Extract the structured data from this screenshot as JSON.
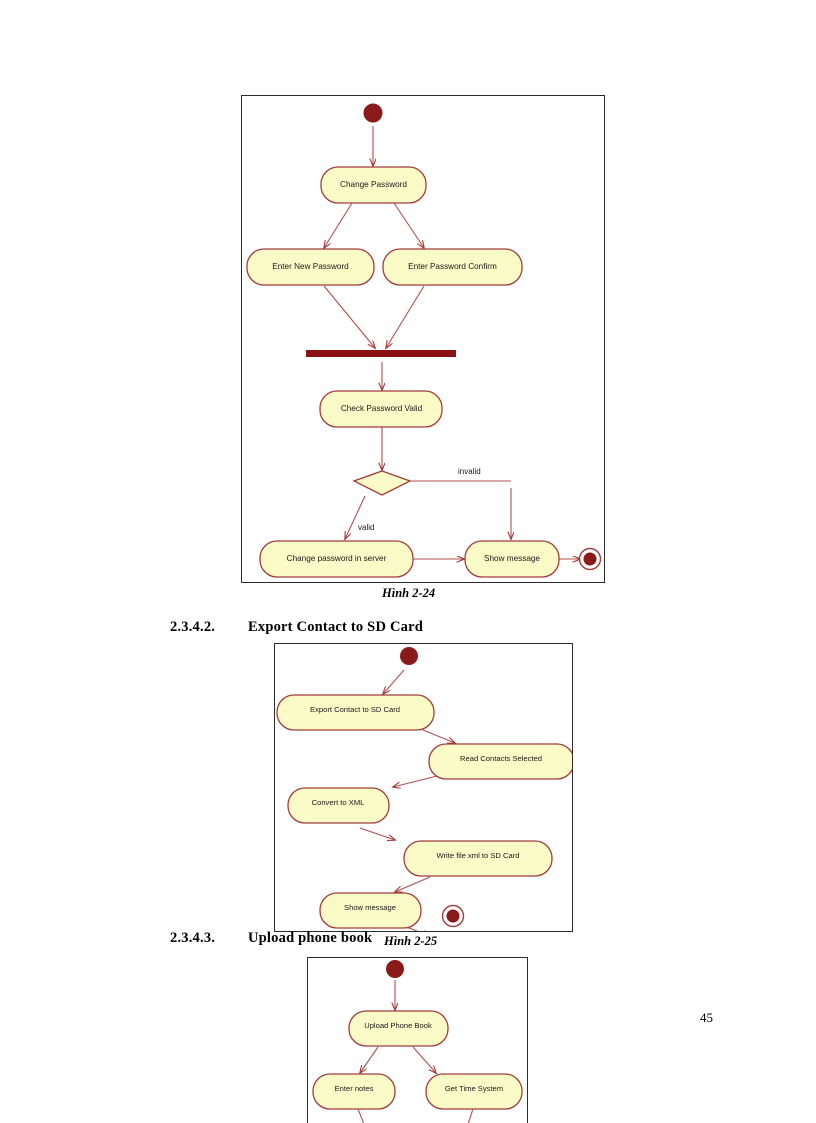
{
  "document": {
    "page_number": "45",
    "colors": {
      "node_fill": "#FBFBC8",
      "node_stroke": "#A33B3B",
      "edge": "#B05050",
      "initial_node": "#8B1A1A",
      "fork_bar": "#8B1212",
      "frame_border": "#2B2B2B",
      "text": "#1A1A1A"
    }
  },
  "sections": [
    {
      "number": "2.3.4.2.",
      "title": "Export  Contact to SD  Card"
    },
    {
      "number": "2.3.4.3.",
      "title": "Upload phone book"
    }
  ],
  "captions": {
    "figure_24": "Hình 2-24",
    "figure_25": "Hình 2-25"
  },
  "diagrams": [
    {
      "id": "change-password",
      "caption": "Hình 2-24",
      "nodes": [
        {
          "type": "initial",
          "label": ""
        },
        {
          "type": "action",
          "label": "Change Password"
        },
        {
          "type": "action",
          "label": "Enter New Password"
        },
        {
          "type": "action",
          "label": "Enter Password Confirm"
        },
        {
          "type": "join",
          "label": ""
        },
        {
          "type": "action",
          "label": "Check Password Valid"
        },
        {
          "type": "decision",
          "label": ""
        },
        {
          "type": "action",
          "label": "Change password in server"
        },
        {
          "type": "action",
          "label": "Show message"
        },
        {
          "type": "final",
          "label": ""
        }
      ],
      "guards": [
        "invalid",
        "valid"
      ]
    },
    {
      "id": "export-contact-sd-card",
      "caption": "Hình 2-25",
      "nodes": [
        {
          "type": "initial",
          "label": ""
        },
        {
          "type": "action",
          "label": "Export Contact to SD Card"
        },
        {
          "type": "action",
          "label": "Read Contacts Selected"
        },
        {
          "type": "action",
          "label": "Convert to XML"
        },
        {
          "type": "action",
          "label": "Write file xml to SD Card"
        },
        {
          "type": "action",
          "label": "Show message"
        },
        {
          "type": "final",
          "label": ""
        }
      ],
      "guards": []
    },
    {
      "id": "upload-phone-book",
      "caption": "",
      "nodes": [
        {
          "type": "initial",
          "label": ""
        },
        {
          "type": "action",
          "label": "Upload Phone Book"
        },
        {
          "type": "action",
          "label": "Enter notes"
        },
        {
          "type": "action",
          "label": "Get Time System"
        }
      ],
      "guards": []
    }
  ]
}
